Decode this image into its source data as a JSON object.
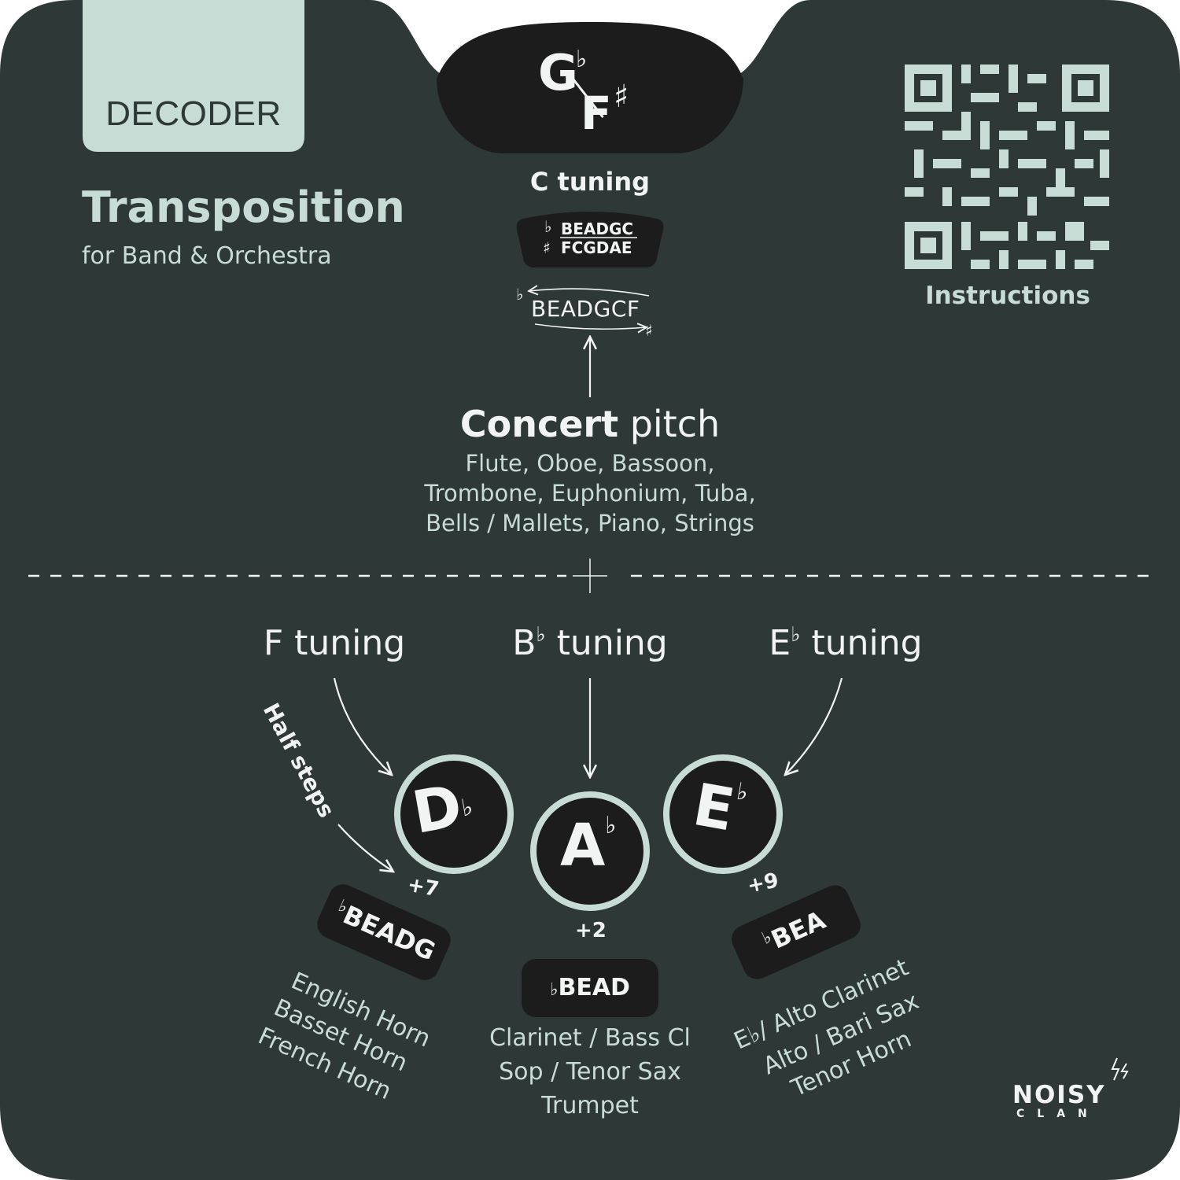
{
  "colors": {
    "card": "#2e3837",
    "tab": "#1c1c1d",
    "mint": "#c8dcd6",
    "light": "#f2f4f3",
    "pill": "#1c1c1d"
  },
  "header": {
    "badge": "DECODER",
    "title": "Transposition",
    "subtitle": "for Band & Orchestra"
  },
  "top_tab": {
    "upper_note": "G",
    "upper_accidental": "♭",
    "lower_note": "F",
    "lower_accidental": "♯"
  },
  "qr": {
    "label": "Instructions",
    "icon": "qr-code-icon"
  },
  "c_tuning": {
    "label": "C tuning",
    "flat_symbol": "♭",
    "sharp_symbol": "♯",
    "flats": "BEADGC",
    "sharps": "FCGDAE",
    "circle_letters": "BEADGCF"
  },
  "concert": {
    "bold": "Concert",
    "rest": " pitch",
    "instruments": [
      "Flute, Oboe, Bassoon,",
      "Trombone, Euphonium, Tuba,",
      "Bells / Mallets, Piano, Strings"
    ]
  },
  "tunings": {
    "f": {
      "label": "F tuning"
    },
    "bb": {
      "letter": "B",
      "accidental": "♭",
      "rest": " tuning"
    },
    "eb": {
      "letter": "E",
      "accidental": "♭",
      "rest": " tuning"
    }
  },
  "half_steps_label": "Half steps",
  "keys": [
    {
      "note": "D",
      "accidental": "♭",
      "steps": "+7",
      "flat": "♭",
      "sequence": "BEADG",
      "instruments": [
        "English Horn",
        "Basset Horn",
        "French Horn"
      ]
    },
    {
      "note": "A",
      "accidental": "♭",
      "steps": "+2",
      "flat": "♭",
      "sequence": "BEAD",
      "instruments": [
        "Clarinet / Bass Cl",
        "Sop / Tenor Sax",
        "Trumpet"
      ]
    },
    {
      "note": "E",
      "accidental": "♭",
      "steps": "+9",
      "flat": "♭",
      "sequence": "BEA",
      "instruments": [
        "E♭/ Alto Clarinet",
        "Alto / Bari Sax",
        "Tenor Horn"
      ]
    }
  ],
  "brand": {
    "line1": "NOISY",
    "line2": "CLAN",
    "icon": "lightning-icon"
  }
}
